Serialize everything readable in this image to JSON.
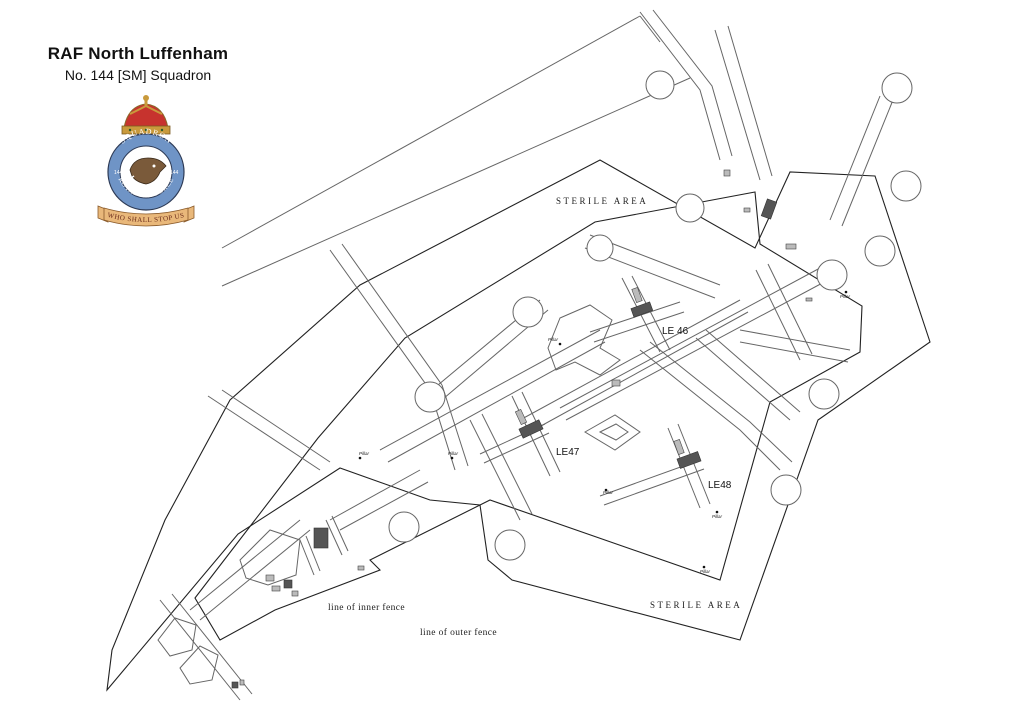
{
  "title": "RAF North Luffenham",
  "subtitle": "No. 144 [SM] Squadron",
  "badge": {
    "ring_text": "SQUADRON",
    "number_left": "144",
    "number_right": "144",
    "band_text": "ROYAL AIR FORCE",
    "motto": "WHO SHALL STOP US",
    "icon": "boar-head-crest-icon",
    "colors": {
      "ring": "#6f94c6",
      "crown": "#c7332e",
      "gold": "#c99a3c",
      "scroll": "#e9b87a"
    }
  },
  "map": {
    "area_labels": [
      "STERILE AREA",
      "STERILE AREA"
    ],
    "fence_labels": {
      "inner": "line of inner fence",
      "outer": "line of outer fence"
    },
    "launch_pads": [
      "LE 46",
      "LE47",
      "LE48"
    ],
    "pillar_label": "Pillar"
  }
}
